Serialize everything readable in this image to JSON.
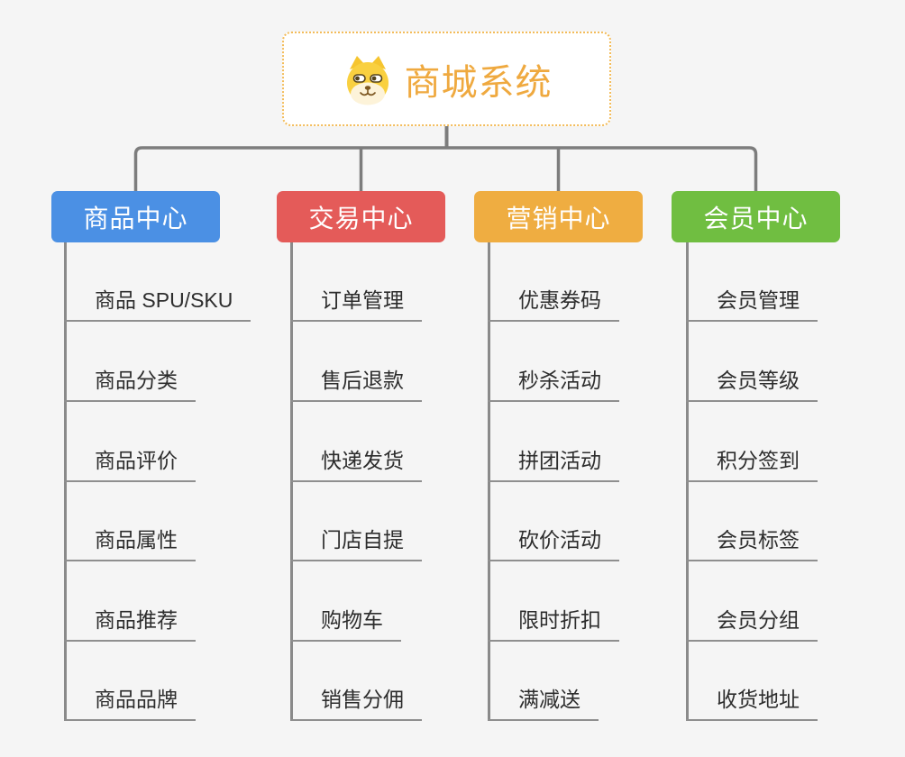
{
  "root": {
    "label": "商城系统",
    "icon": "doge-face-icon"
  },
  "branches": [
    {
      "label": "商品中心",
      "color": "#4b90e4",
      "children": [
        "商品 SPU/SKU",
        "商品分类",
        "商品评价",
        "商品属性",
        "商品推荐",
        "商品品牌"
      ]
    },
    {
      "label": "交易中心",
      "color": "#e45b59",
      "children": [
        "订单管理",
        "售后退款",
        "快递发货",
        "门店自提",
        "购物车",
        "销售分佣"
      ]
    },
    {
      "label": "营销中心",
      "color": "#efad41",
      "children": [
        "优惠券码",
        "秒杀活动",
        "拼团活动",
        "砍价活动",
        "限时折扣",
        "满减送"
      ]
    },
    {
      "label": "会员中心",
      "color": "#70be41",
      "children": [
        "会员管理",
        "会员等级",
        "积分签到",
        "会员标签",
        "会员分组",
        "收货地址"
      ]
    }
  ],
  "colors": {
    "background": "#f5f5f5",
    "root_text": "#efa93f",
    "root_border": "#f3bc5a",
    "connector": "#7d7d7d",
    "underline": "#8f8f8f",
    "leaf_text": "#2d2d2d"
  }
}
